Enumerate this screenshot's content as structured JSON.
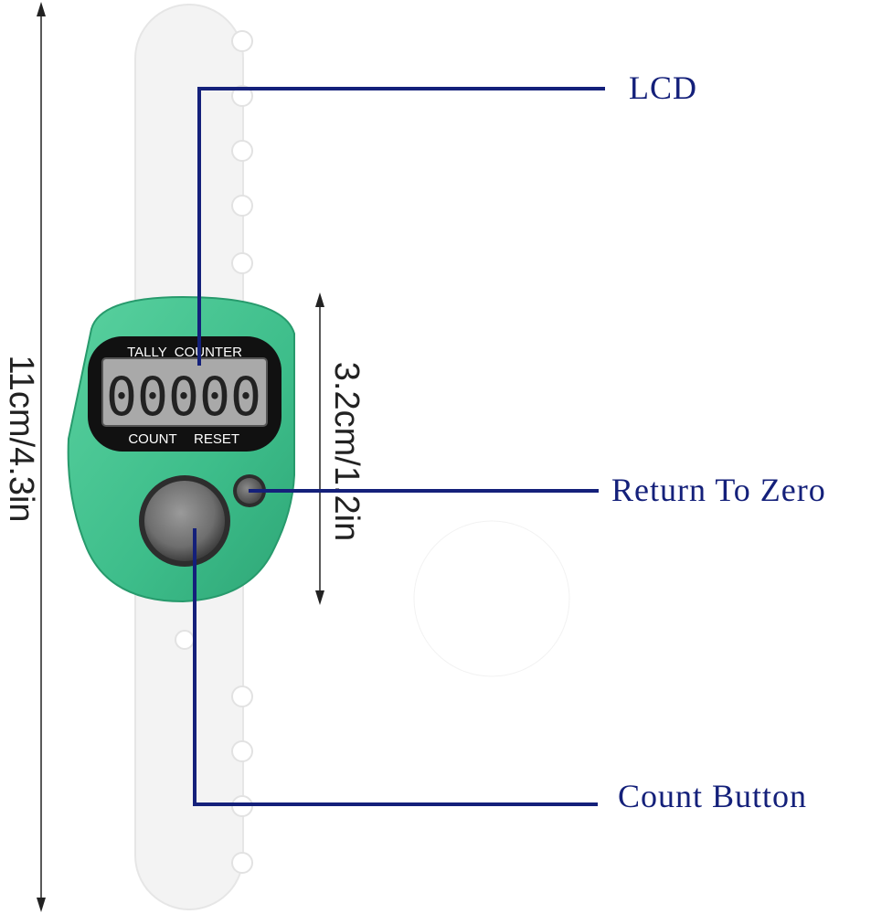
{
  "dimensions": {
    "height_label": "11cm/4.3in",
    "width_label": "3.2cm/1.2in"
  },
  "device": {
    "top_label": "TALLY  COUNTER",
    "display_value": "00000",
    "bottom_label_left": "COUNT",
    "bottom_label_right": "RESET",
    "body_color": "#3dbd8a",
    "strap_color": "#f2f2f2",
    "lcd_color": "#a9a9a9"
  },
  "callouts": {
    "lcd": "LCD",
    "reset": "Return To Zero",
    "count": "Count Button",
    "line_color": "#14207a",
    "text_color": "#14207a"
  }
}
